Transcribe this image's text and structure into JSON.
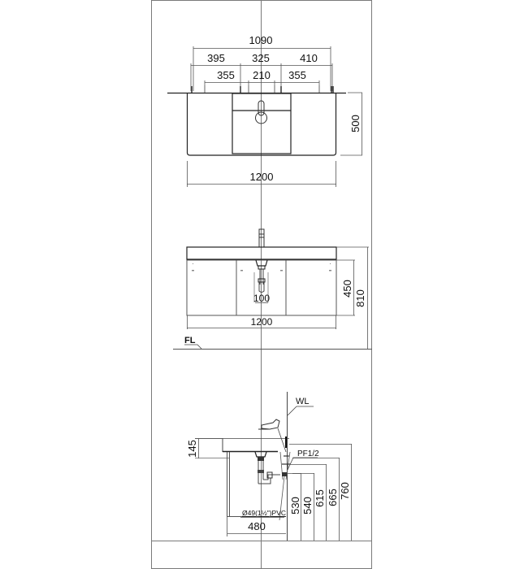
{
  "drawing": {
    "title": "Vanity basin installation dimensions",
    "colors": {
      "line": "#222222",
      "frame": "#7a7a7a",
      "thin": "#555555",
      "background": "#ffffff"
    }
  },
  "plan_view": {
    "dims": {
      "overall_mount": "1090",
      "left_mount": "395",
      "center_mount": "325",
      "right_mount": "410",
      "left_bracket": "355",
      "center_bracket": "210",
      "right_bracket": "355",
      "depth": "500",
      "width": "1200"
    }
  },
  "front_view": {
    "dims": {
      "drain_width": "100",
      "cabinet_height": "450",
      "total_height": "810",
      "width": "1200"
    },
    "floor_label": "FL"
  },
  "side_view": {
    "labels": {
      "water_line": "WL",
      "supply": "PF1/2",
      "drain_pipe": "Ø49(1½\")PVC"
    },
    "dims": {
      "top_thickness": "145",
      "depth": "480",
      "h530": "530",
      "h540": "540",
      "h615": "615",
      "h665": "665",
      "h760": "760"
    }
  }
}
